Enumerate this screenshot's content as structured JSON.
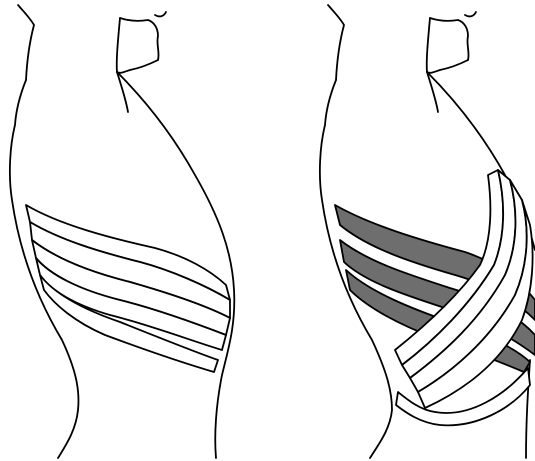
{
  "figure": {
    "panels": [
      {
        "id": "left",
        "layers": [
          "superficial"
        ]
      },
      {
        "id": "right",
        "layers": [
          "superficial",
          "deep"
        ]
      }
    ],
    "colors": {
      "background": "#ffffff",
      "outline": "#000000",
      "band_fill_light": "#ffffff",
      "band_fill_dark": "#6e6e6e"
    }
  }
}
